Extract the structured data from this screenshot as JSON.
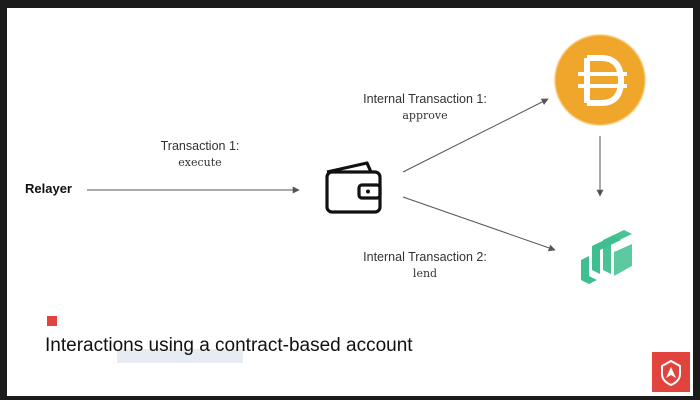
{
  "relayer": {
    "label": "Relayer"
  },
  "transaction_1": {
    "title": "Transaction 1:",
    "action": "execute"
  },
  "internal_transaction_1": {
    "title": "Internal Transaction 1:",
    "action": "approve"
  },
  "internal_transaction_2": {
    "title": "Internal Transaction 2:",
    "action": "lend"
  },
  "caption": {
    "text": "Interactions using a contract-based account"
  },
  "colors": {
    "accent": "#e0443d",
    "dai": "#f0a62a",
    "compound": "#3fbf8f",
    "arrow": "#555555"
  },
  "icons": {
    "wallet": "wallet-icon",
    "dai": "dai-token-icon",
    "compound": "compound-logo-icon",
    "brand": "shield-logo-icon"
  }
}
